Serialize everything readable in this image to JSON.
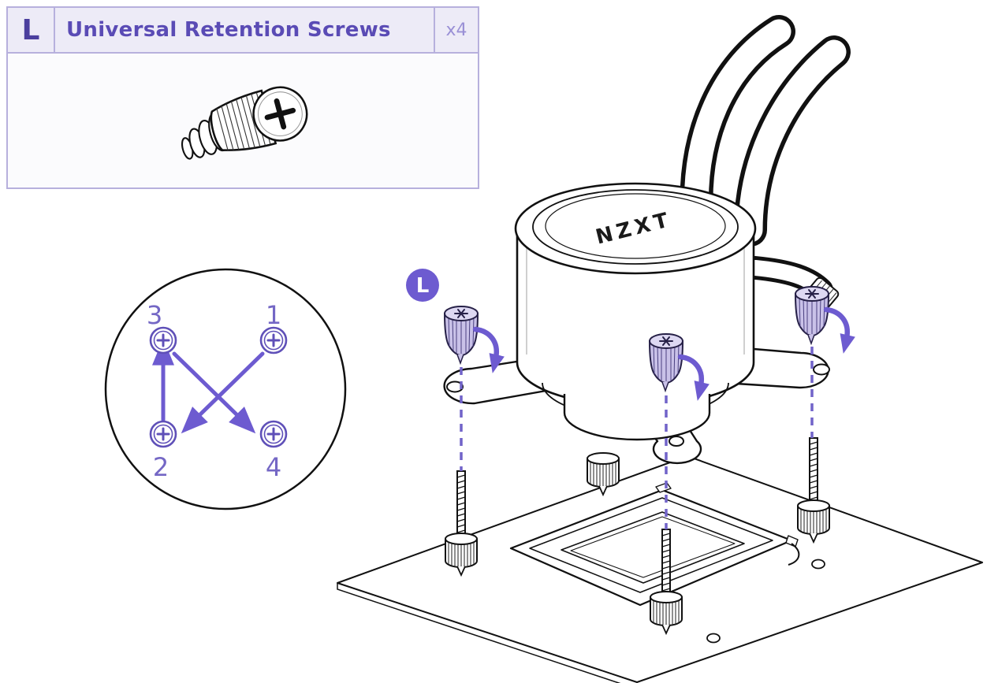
{
  "colors": {
    "accent_purple": "#6d5bd0",
    "deep_purple": "#4b3f9e",
    "title_purple": "#5a4bb5",
    "muted_purple": "#9a90d6",
    "box_border": "#b7b0dd",
    "line_black": "#111111",
    "screw_fill": "#c9c1e8"
  },
  "parts_box": {
    "part_letter": "L",
    "title": "Universal Retention Screws",
    "quantity": "x4"
  },
  "sequence_diagram": {
    "order_top_left": "3",
    "order_top_right": "1",
    "order_bottom_left": "2",
    "order_bottom_right": "4"
  },
  "illustration": {
    "step_badge": "L",
    "brand": "NZXT"
  }
}
